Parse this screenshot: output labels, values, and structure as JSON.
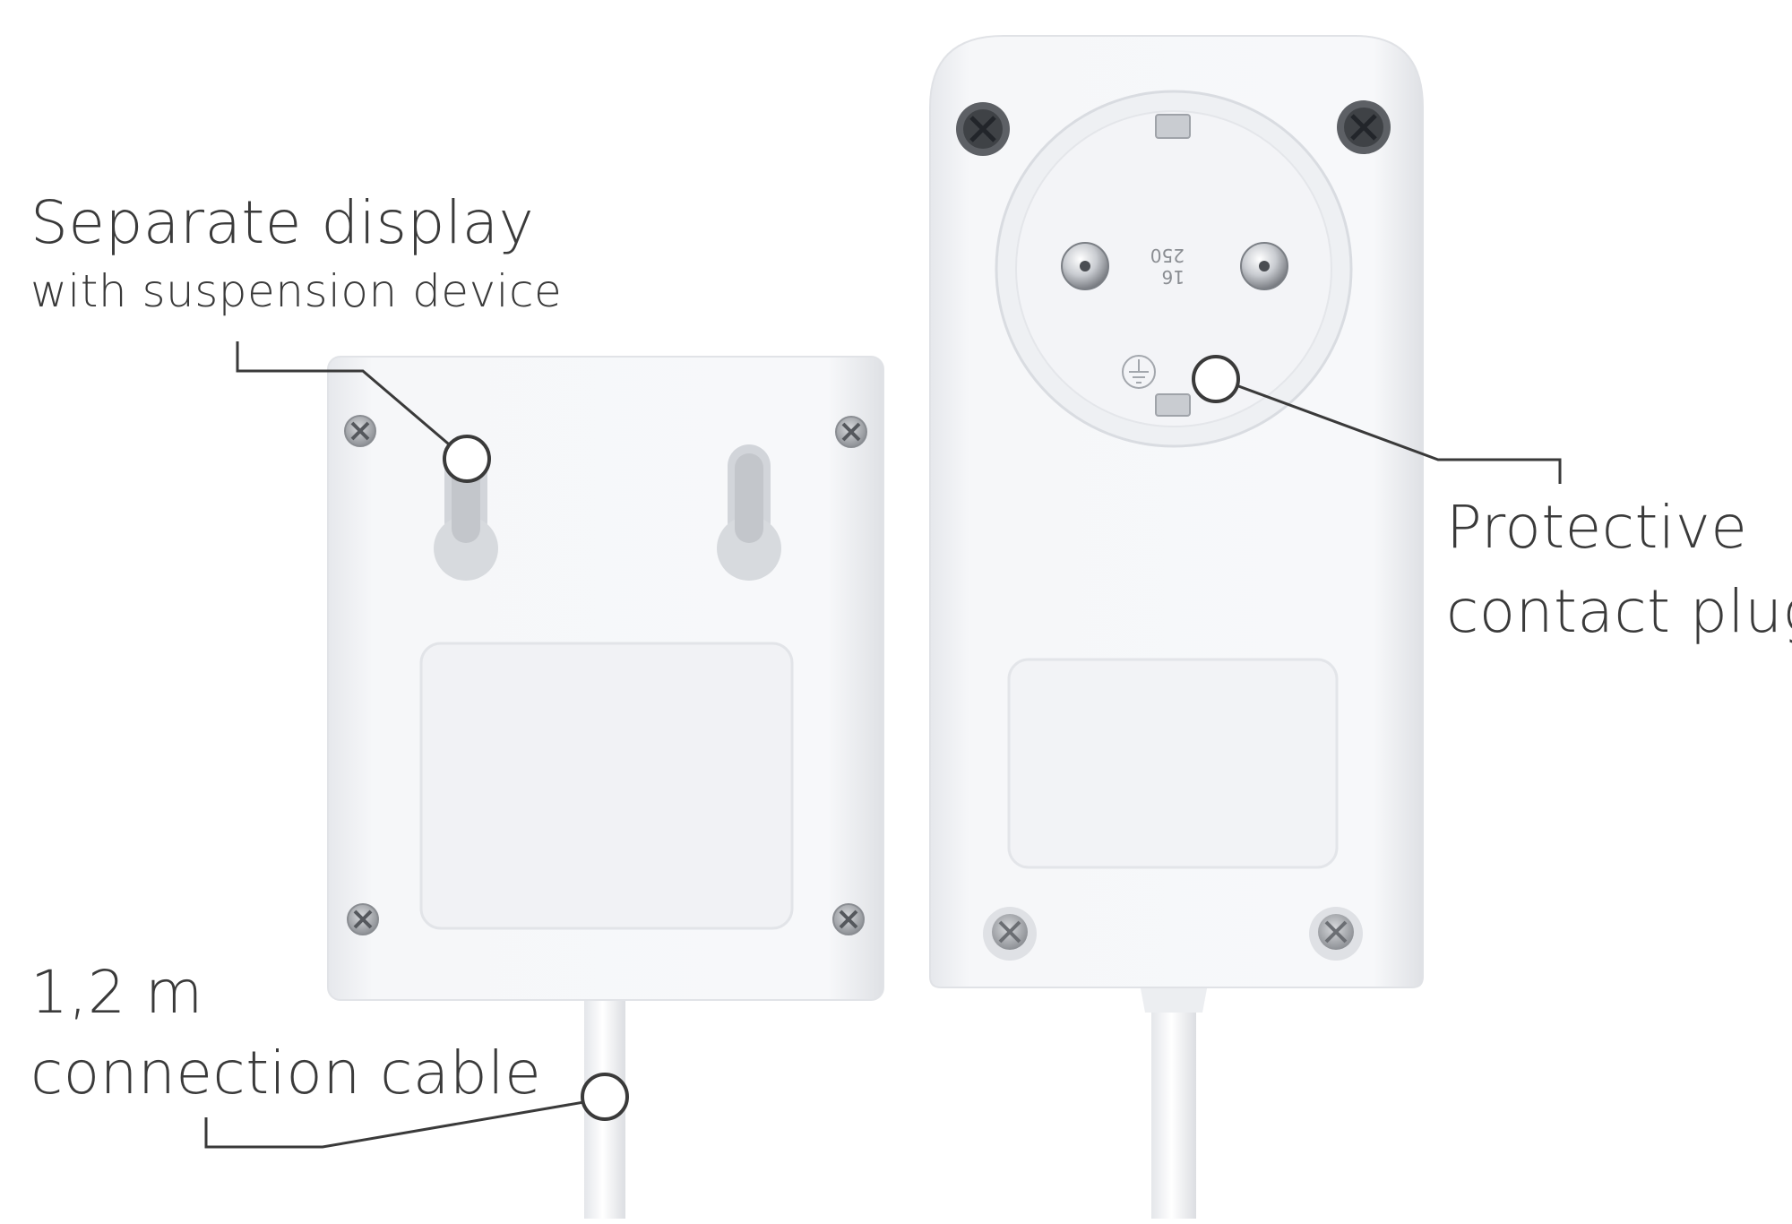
{
  "labels": {
    "display_title": "Separate display",
    "display_subtitle": "with suspension device",
    "plug_line1": "Protective",
    "plug_line2": "contact plug",
    "cable_line1": "1,2 m",
    "cable_line2": "connection cable"
  },
  "socket_rating": {
    "amps": "16",
    "volts": "250"
  },
  "colors": {
    "text": "#3a3a3a",
    "device_body": "#f4f5f7",
    "callout_line": "#3a3a3a"
  }
}
